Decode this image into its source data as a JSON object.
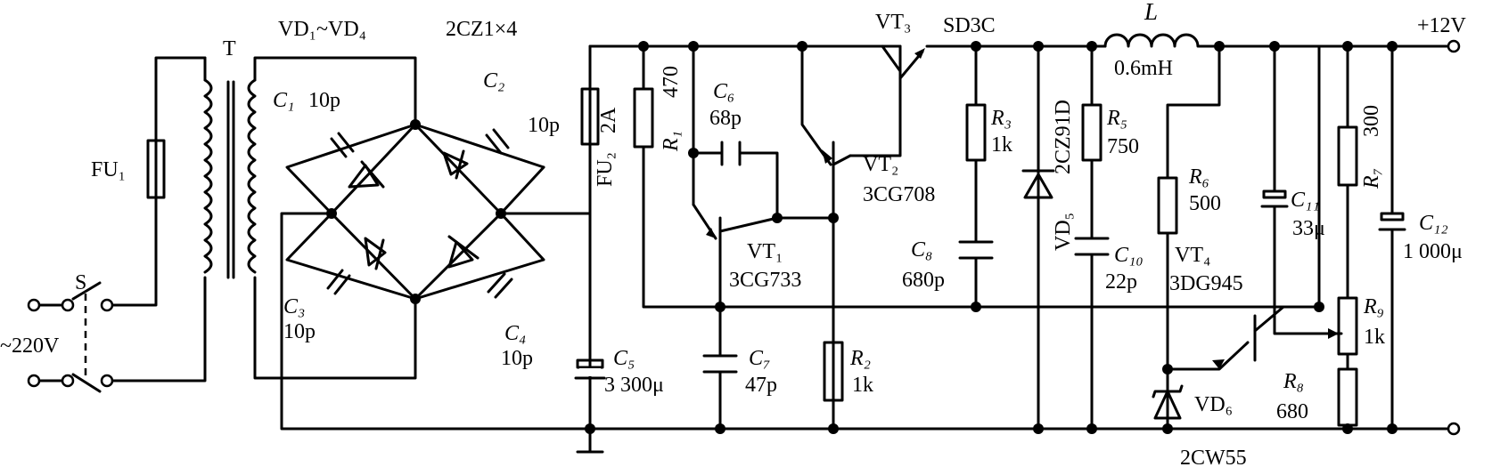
{
  "diagram": {
    "labels": {
      "vd_range": "VD₁~VD₄",
      "bridge_diodes": "2CZ1×4",
      "transformer": "T",
      "fu1": "FU₁",
      "switch": "S",
      "mains": "~220V",
      "c1": "C₁",
      "c1_value": "10p",
      "c2": "C₂",
      "c2_value": "10p",
      "c3": "C₃",
      "c3_value": "10p",
      "c4": "C₄",
      "c4_value": "10p",
      "fu2": "FU₂",
      "fu2_value": "2A",
      "c5": "C₅",
      "c5_value": "3 300μ",
      "r1": "R₁",
      "r1_value": "470",
      "c6": "C₆",
      "c6_value": "68p",
      "vt1": "VT₁",
      "vt1_type": "3CG733",
      "c7": "C₇",
      "c7_value": "47p",
      "vt2": "VT₂",
      "vt2_type": "3CG708",
      "r2": "R₂",
      "r2_value": "1k",
      "vt3": "VT₃",
      "vt3_type": "SD3C",
      "r3": "R₃",
      "r3_value": "1k",
      "c8": "C₈",
      "c8_value": "680p",
      "vd5_type": "2CZ91D",
      "vd5": "VD₅",
      "l": "L",
      "l_value": "0.6mH",
      "r5": "R₅",
      "r5_value": "750",
      "c10": "C₁₀",
      "c10_value": "22p",
      "r6": "R₆",
      "r6_value": "500",
      "vt4": "VT₄",
      "vt4_type": "3DG945",
      "vd6": "VD₆",
      "vd6_type": "2CW55",
      "c11": "C₁₁",
      "c11_value": "33μ",
      "r7": "R₇",
      "r7_value": "300",
      "r9": "R₉",
      "r9_value": "1k",
      "r8": "R₈",
      "r8_value": "680",
      "c12": "C₁₂",
      "c12_value": "1 000μ",
      "output": "+12V"
    }
  }
}
